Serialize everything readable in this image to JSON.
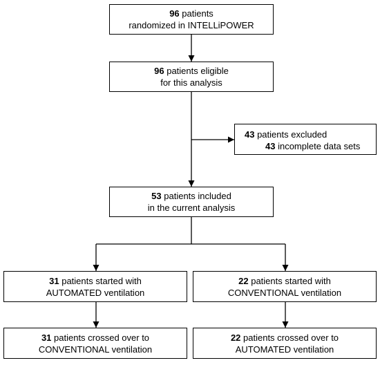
{
  "randomized": {
    "count": "96",
    "line1_rest": " patients",
    "line2": "randomized in INTELLiPOWER"
  },
  "eligible": {
    "count": "96",
    "line1_rest": " patients eligible",
    "line2": "for this analysis"
  },
  "excluded": {
    "count": "43",
    "line1_rest": " patients excluded",
    "sub_count": "43",
    "sub_rest": " incomplete data sets"
  },
  "included": {
    "count": "53",
    "line1_rest": " patients included",
    "line2": "in the current analysis"
  },
  "arm_left_start": {
    "count": "31",
    "line1_rest": " patients started with",
    "line2": "AUTOMATED ventilation"
  },
  "arm_right_start": {
    "count": "22",
    "line1_rest": " patients started with",
    "line2": "CONVENTIONAL ventilation"
  },
  "arm_left_cross": {
    "count": "31",
    "line1_rest": " patients crossed over to",
    "line2": "CONVENTIONAL ventilation"
  },
  "arm_right_cross": {
    "count": "22",
    "line1_rest": " patients crossed over to",
    "line2": "AUTOMATED ventilation"
  }
}
